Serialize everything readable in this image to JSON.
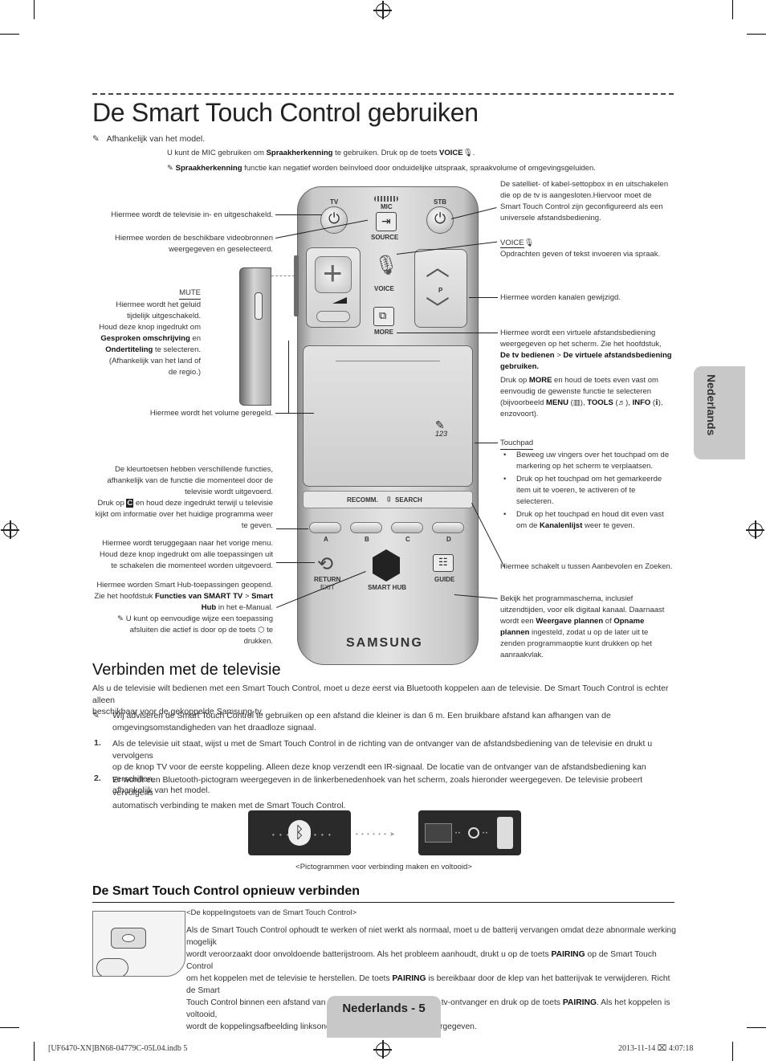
{
  "page": {
    "title": "De Smart Touch Control gebruiken",
    "note_model": "Afhankelijk van het model.",
    "mic_note_a": "U kunt de MIC gebruiken om ",
    "mic_note_b": "Spraakherkenning",
    "mic_note_c": " te gebruiken. Druk op de toets ",
    "mic_note_d": "VOICE",
    "mic_note_e": ".",
    "speech_note_a": "Spraakherkenning",
    "speech_note_b": " functie kan negatief worden beïnvloed door onduidelijke uitspraak, spraakvolume of omgevingsgeluiden."
  },
  "callouts_left": {
    "tv": "Hiermee wordt de televisie in- en uitgeschakeld.",
    "source_1": "Hiermee worden de beschikbare videobronnen",
    "source_2": "weergegeven en geselecteerd.",
    "mute_title": "MUTE",
    "mute_1": "Hiermee wordt het geluid",
    "mute_2": "tijdelijk uitgeschakeld.",
    "mute_3": "Houd deze knop ingedrukt om",
    "mute_4a": "Gesproken omschrijving",
    "mute_4b": " en",
    "mute_5a": "Ondertiteling",
    "mute_5b": " te selecteren.",
    "mute_6": "(Afhankelijk van het land of",
    "mute_7": "de regio.)",
    "volume": "Hiermee wordt het volume geregeld.",
    "color_1": "De kleurtoetsen hebben verschillende functies,",
    "color_2": "afhankelijk van de functie die momenteel door de",
    "color_3": "televisie wordt uitgevoerd.",
    "color_4a": "Druk op ",
    "color_4b": "C",
    "color_4c": " en houd deze ingedrukt terwijl u televisie",
    "color_5": "kijkt om informatie over het huidige programma weer",
    "color_6": "te geven.",
    "return_1": "Hiermee wordt teruggegaan naar het vorige menu.",
    "return_2": "Houd deze knop ingedrukt om alle toepassingen uit",
    "return_3": "te schakelen die momenteel worden uitgevoerd.",
    "hub_1": "Hiermee worden Smart Hub-toepassingen geopend.",
    "hub_2a": "Zie het hoofdstuk ",
    "hub_2b": "Functies van SMART TV",
    "hub_2c": " > ",
    "hub_2d": "Smart",
    "hub_3a": "Hub",
    "hub_3b": " in het e-Manual.",
    "hub_4": "U kunt op eenvoudige wijze een toepassing",
    "hub_5": "afsluiten die actief is door op de toets",
    "hub_5b": " te",
    "hub_6": "drukken."
  },
  "callouts_right": {
    "stb_1": "De satelliet- of kabel-settopbox in en uitschakelen",
    "stb_2": "die op de tv is aangesloten.Hiervoor moet de",
    "stb_3": "Smart Touch Control zijn geconfigureerd als een",
    "stb_4": "universele afstandsbediening.",
    "voice_title": "VOICE",
    "voice_1": "Opdrachten geven of tekst invoeren via spraak.",
    "channel": "Hiermee worden kanalen gewijzigd.",
    "more_1": "Hiermee wordt een virtuele afstandsbediening",
    "more_2": "weergegeven op het scherm. Zie het hoofdstuk,",
    "more_3a": "De tv bedienen",
    "more_3b": " > ",
    "more_3c": "De virtuele afstandsbediening",
    "more_4": "gebruiken.",
    "more_5a": "Druk op ",
    "more_5b": "MORE",
    "more_5c": " en houd de toets even vast om",
    "more_6": "eenvoudig de gewenste functie te selecteren",
    "more_7a": "(bijvoorbeeld ",
    "more_7b": "MENU",
    "more_7c": " (▥), ",
    "more_7d": "TOOLS",
    "more_7e": " (♬), ",
    "more_7f": "INFO",
    "more_7g": " (ℹ),",
    "more_8": "enzovoort).",
    "touch_title": "Touchpad",
    "touch_b1_1": "Beweeg uw vingers over het touchpad om de",
    "touch_b1_2": "markering op het scherm te verplaatsen.",
    "touch_b2_1": "Druk op het touchpad om het gemarkeerde",
    "touch_b2_2": "item uit te voeren, te activeren of te",
    "touch_b2_3": "selecteren.",
    "touch_b3_1": "Druk op het touchpad en houd dit even vast",
    "touch_b3_2a": "om de ",
    "touch_b3_2b": "Kanalenlijst",
    "touch_b3_2c": " weer te geven.",
    "recomm": "Hiermee schakelt u tussen Aanbevolen en Zoeken.",
    "guide_1": "Bekijk het programmaschema, inclusief",
    "guide_2": "uitzendtijden, voor elk digitaal kanaal. Daarnaast",
    "guide_3a": "wordt een ",
    "guide_3b": "Weergave plannen",
    "guide_3c": " of ",
    "guide_3d": "Opname",
    "guide_4a": "plannen",
    "guide_4b": " ingesteld, zodat u op de later uit te",
    "guide_5": "zenden programmaoptie kunt drukken op het",
    "guide_6": "aanraakvlak."
  },
  "remote": {
    "tv": "TV",
    "mic": "MIC",
    "stb": "STB",
    "source": "SOURCE",
    "voice": "VOICE",
    "more": "MORE",
    "p": "P",
    "recomm": "RECOMM.",
    "search": "SEARCH",
    "a": "A",
    "b": "B",
    "c": "C",
    "d": "D",
    "return": "RETURN",
    "exit": "EXIT",
    "smarthub": "SMART HUB",
    "guide": "GUIDE",
    "brand": "SAMSUNG",
    "pad_glyph": "123"
  },
  "section1": {
    "heading": "Verbinden met de televisie",
    "intro_1": "Als u de televisie wilt bedienen met een Smart Touch Control, moet u deze eerst via Bluetooth koppelen aan de televisie. De Smart Touch Control is echter alleen",
    "intro_2": "beschikbaar voor de gekoppelde Samsung-tv.",
    "note_1": "Wij adviseren de Smart Touch Control te gebruiken op een afstand die kleiner is dan 6 m. Een bruikbare afstand kan afhangen van de",
    "note_2": "omgevingsomstandigheden van het draadloze signaal.",
    "step1_num": "1.",
    "step1_1": "Als de televisie uit staat, wijst u met de Smart Touch Control in de richting van de ontvanger van de afstandsbediening van de televisie en drukt u vervolgens",
    "step1_2": "op de knop TV voor de eerste koppeling. Alleen deze knop verzendt een IR-signaal. De locatie van de ontvanger van de afstandsbediening kan verschillen,",
    "step1_3": "afhankelijk van het model.",
    "step2_num": "2.",
    "step2_1": "Er wordt een Bluetooth-pictogram weergegeven in de linkerbenedenhoek van het scherm, zoals hieronder weergegeven. De televisie probeert vervolgens",
    "step2_2": "automatisch verbinding te maken met de Smart Touch Control.",
    "caption": "<Pictogrammen voor verbinding maken en voltooid>"
  },
  "section2": {
    "heading": "De Smart Touch Control opnieuw verbinden",
    "caption": "<De koppelingstoets van de Smart Touch Control>",
    "p1": "Als de Smart Touch Control ophoudt te werken of niet werkt als normaal, moet u de batterij vervangen omdat deze abnormale werking mogelijk",
    "p2": "wordt veroorzaakt door onvoldoende batterijstroom. Als het probleem aanhoudt, drukt u op de toets ",
    "p2b": "PAIRING",
    "p2c": " op de Smart Touch Control",
    "p3": "om het koppelen met de televisie te herstellen. De toets ",
    "p3b": "PAIRING",
    "p3c": " is bereikbaar door de klep van het batterijvak te verwijderen. Richt de Smart",
    "p4": "Touch Control binnen een afstand van tussen de 30 cm en 4 m op de tv-ontvanger en druk op de toets ",
    "p4b": "PAIRING",
    "p4c": ". Als het koppelen is voltooid,",
    "p5": "wordt de koppelingsafbeelding linksonder op het televisiescherm weergegeven."
  },
  "side_tab": "Nederlands",
  "footer": {
    "page_label": "Nederlands - 5",
    "file": "[UF6470-XN]BN68-04779C-05L04.indb   5",
    "date": "2013-11-14   ⌧ 4:07:18"
  }
}
